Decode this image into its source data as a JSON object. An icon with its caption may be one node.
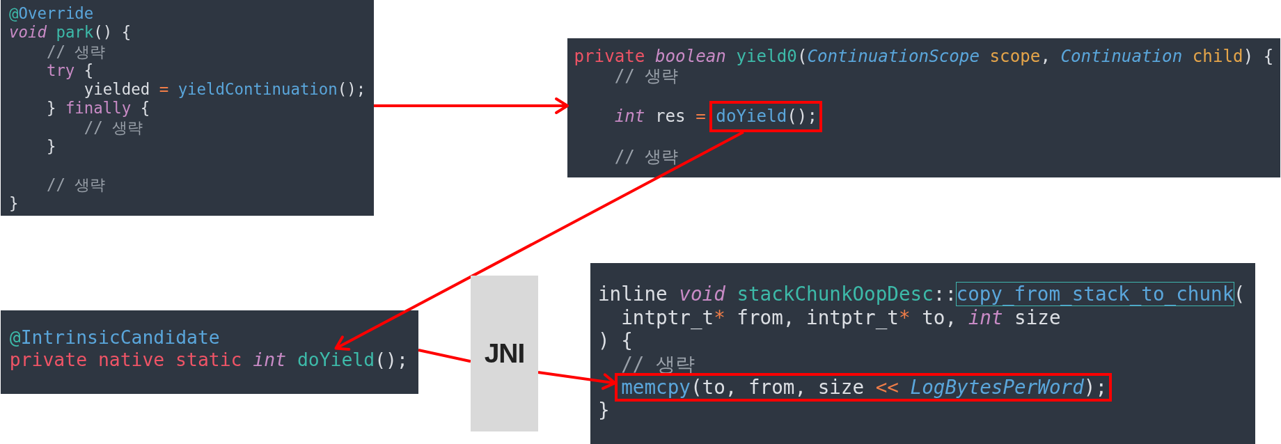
{
  "diagram": {
    "nodes": [
      {
        "text": [
          "@Override",
          "void park() {",
          "// 생략",
          "try {",
          "yielded = yieldContinuation();",
          "} finally {",
          "// 생략",
          "}",
          "// 생략",
          "}"
        ]
      },
      {
        "text": [
          "private boolean yield0(ContinuationScope scope, Continuation child) {",
          "// 생략",
          "int res =",
          "// 생략"
        ]
      },
      {
        "text": [
          "doYield();"
        ],
        "in": 1
      },
      {
        "text": [
          "@IntrinsicCandidate",
          "private native static int",
          "();"
        ]
      },
      {
        "text": [
          "doYield"
        ],
        "in": 3
      },
      {
        "text": [
          "JNI"
        ]
      },
      {
        "text": [
          "inline void stackChunkOopDesc::copy_from_stack_to_chunk(",
          "intptr_t* from, intptr_t* to, int size",
          ") {",
          "// 생략",
          "}"
        ]
      },
      {
        "text": [
          "memcpy(to, from, size << LogBytesPerWord);"
        ],
        "in": 6
      }
    ],
    "edges": [
      {
        "from": 0,
        "to": 1,
        "arrow": "to"
      },
      {
        "from": 2,
        "to": 4,
        "arrow": "to"
      },
      {
        "from": 3,
        "to": 5,
        "arrow": "none"
      },
      {
        "from": 5,
        "to": 7,
        "arrow": "to"
      }
    ]
  }
}
